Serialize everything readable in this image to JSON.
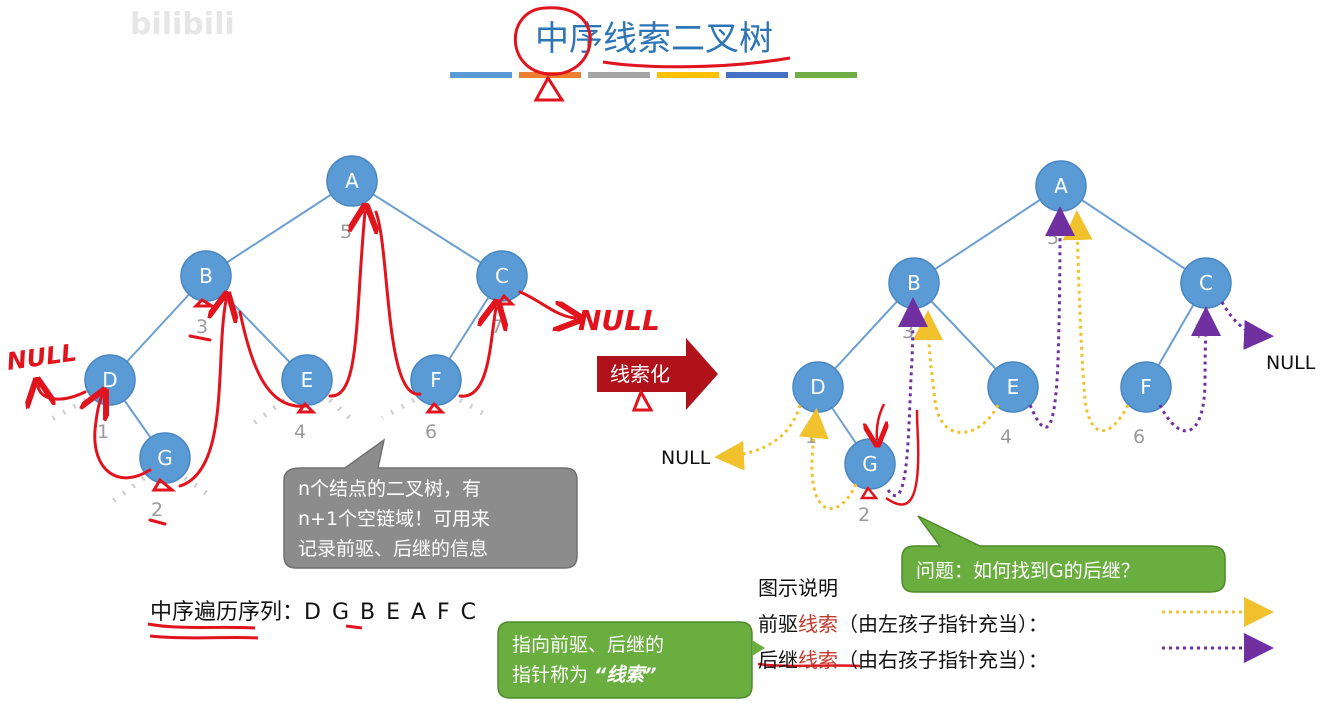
{
  "watermark": "bilibili",
  "title": "中序线索二叉树",
  "title_bar_colors": [
    "#5B9BD5",
    "#ED7D31",
    "#A5A5A5",
    "#FFC000",
    "#4472C4",
    "#70AD47"
  ],
  "colors": {
    "node": "#5B9BD5",
    "edge": "#6A9FD0",
    "ink": "#E1141E",
    "pred_thread": "#F2C12E",
    "succ_thread": "#7030A0",
    "gray_callout": "#8C8C8C",
    "green_callout": "#6AAE3F",
    "arrow": "#B0121B"
  },
  "left_tree": {
    "nodes": [
      {
        "label": "A",
        "order": "5"
      },
      {
        "label": "B",
        "order": "3"
      },
      {
        "label": "C",
        "order": "7"
      },
      {
        "label": "D",
        "order": "1"
      },
      {
        "label": "E",
        "order": "4"
      },
      {
        "label": "F",
        "order": "6"
      },
      {
        "label": "G",
        "order": "2"
      }
    ],
    "null_left": "NULL",
    "null_right": "NULL"
  },
  "right_tree": {
    "nodes": [
      {
        "label": "A",
        "order": "5"
      },
      {
        "label": "B",
        "order": "3"
      },
      {
        "label": "C",
        "order": "7"
      },
      {
        "label": "D",
        "order": "1"
      },
      {
        "label": "E",
        "order": "4"
      },
      {
        "label": "F",
        "order": "6"
      },
      {
        "label": "G",
        "order": "2"
      }
    ],
    "null_left": "NULL",
    "null_right": "NULL"
  },
  "threading_arrow": "线索化",
  "callout_gray": {
    "line1": "n个结点的二叉树，有",
    "line2": "n+1个空链域！可用来",
    "line3": "记录前驱、后继的信息"
  },
  "callout_question": "问题：如何找到G的后继？",
  "callout_green": {
    "line1": "指向前驱、后继的",
    "line2": "指针称为",
    "line3": "“线索”"
  },
  "inorder": {
    "label": "中序遍历序列：",
    "sequence": "D G B E A F C"
  },
  "legend": {
    "title": "图示说明",
    "pred_prefix": "前驱",
    "pred_word": "线索",
    "pred_suffix": "（由左孩子指针充当）：",
    "succ_prefix": "后继",
    "succ_word": "线索",
    "succ_suffix": "（由右孩子指针充当）："
  }
}
